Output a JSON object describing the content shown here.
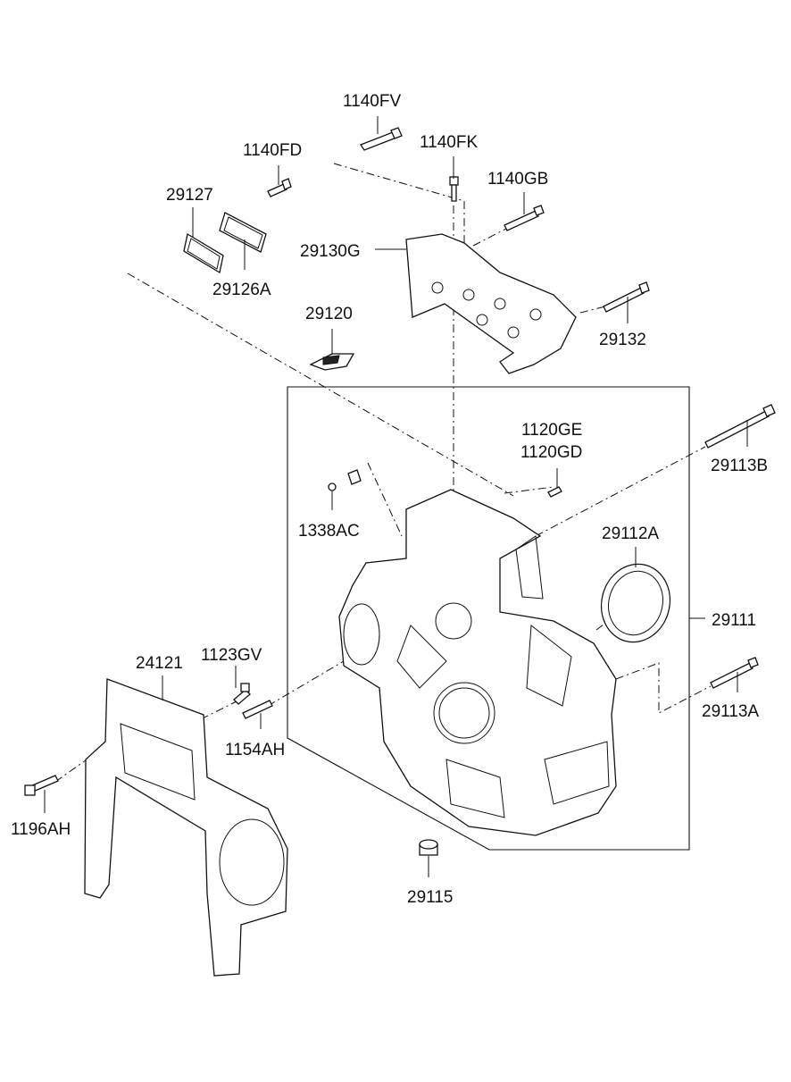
{
  "labels": {
    "l1140FV": "1140FV",
    "l1140FD": "1140FD",
    "l1140FK": "1140FK",
    "l1140GB": "1140GB",
    "l29127": "29127",
    "l29130G": "29130G",
    "l29126A": "29126A",
    "l29120": "29120",
    "l29132": "29132",
    "l1120GE": "1120GE",
    "l1120GD": "1120GD",
    "l29113B": "29113B",
    "l1338AC": "1338AC",
    "l29112A": "29112A",
    "l29111": "29111",
    "l24121": "24121",
    "l1123GV": "1123GV",
    "l29113A": "29113A",
    "l1154AH": "1154AH",
    "l1196AH": "1196AH",
    "l29115": "29115"
  }
}
